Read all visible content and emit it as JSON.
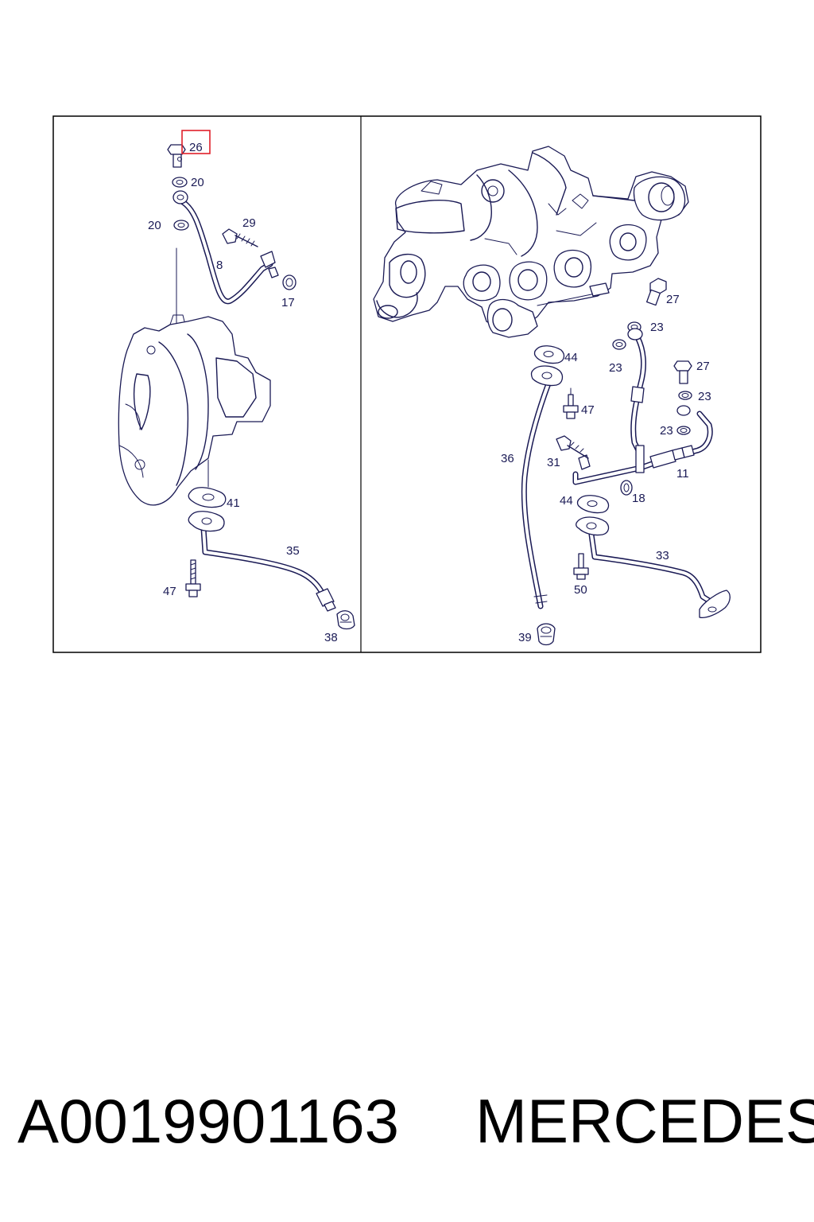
{
  "callouts": {
    "left": [
      "26",
      "20",
      "20",
      "29",
      "8",
      "17",
      "41",
      "35",
      "47",
      "38"
    ],
    "right": [
      "27",
      "23",
      "23",
      "44",
      "47",
      "27",
      "23",
      "23",
      "36",
      "31",
      "11",
      "18",
      "44",
      "33",
      "50",
      "39"
    ]
  },
  "caption": {
    "part_number": "A0019901163",
    "brand": "MERCEDES"
  },
  "colors": {
    "drawing": "#1a1a55",
    "highlight": "#e0202a"
  }
}
